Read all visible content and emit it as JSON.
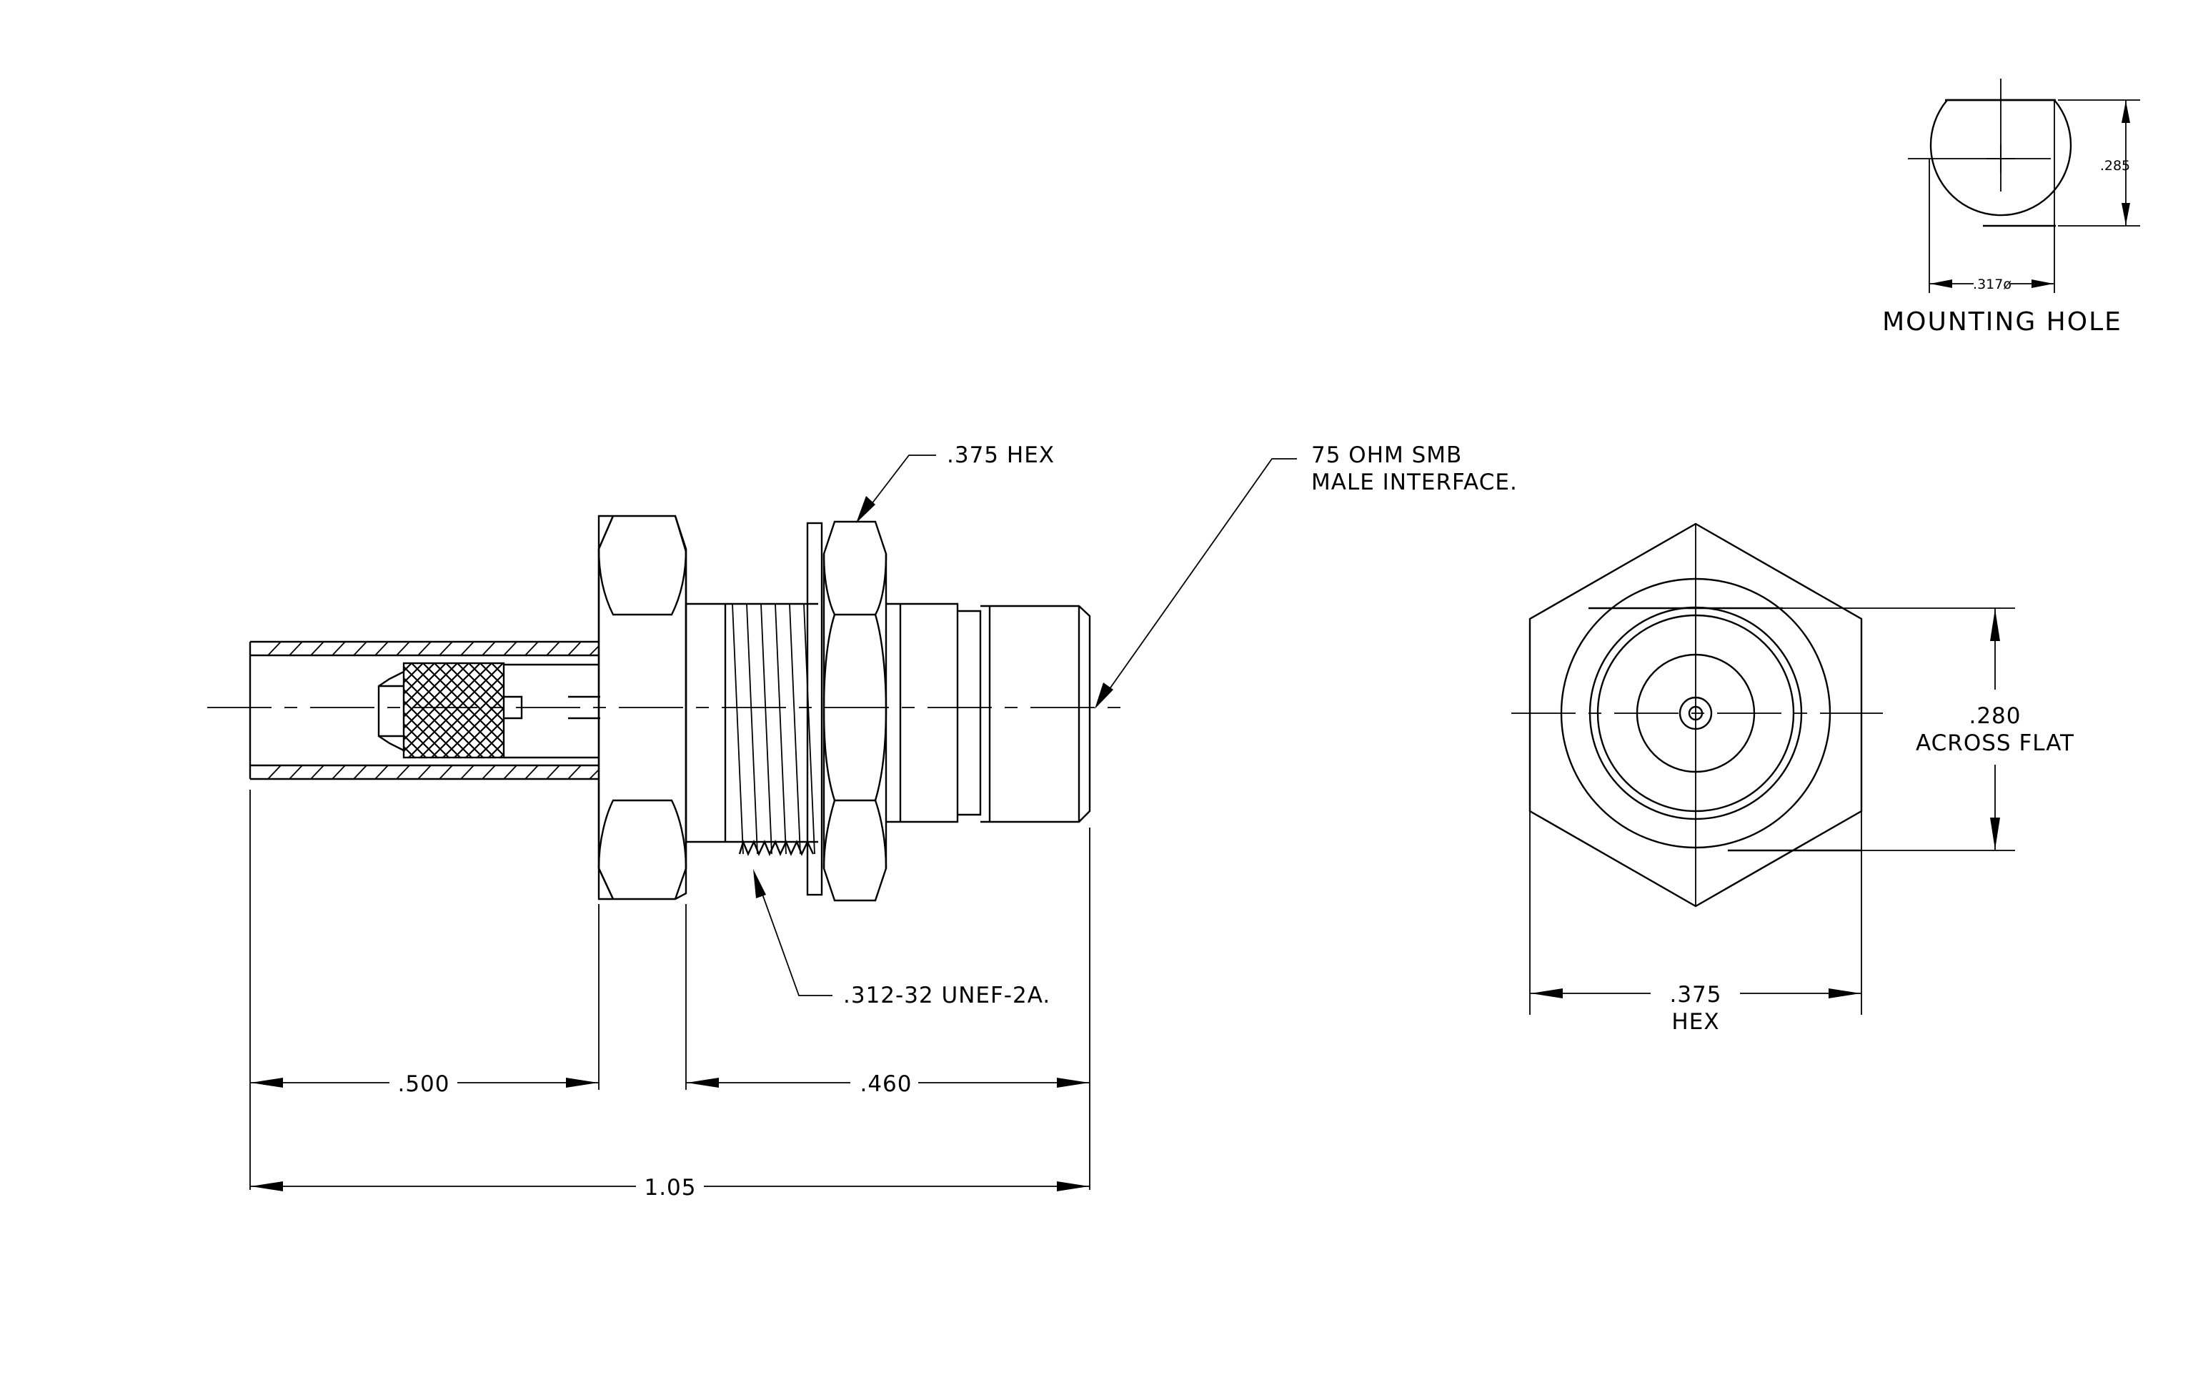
{
  "mounting_hole": {
    "height": ".285",
    "diameter": ".317ø",
    "title": "MOUNTING HOLE"
  },
  "side_view": {
    "hex_callout": ".375 HEX",
    "interface_line1": "75 OHM SMB",
    "interface_line2": "MALE INTERFACE.",
    "thread": ".312-32 UNEF-2A.",
    "dim_rear": ".500",
    "dim_front": ".460",
    "dim_overall": "1.05"
  },
  "end_view": {
    "flat_line1": ".280",
    "flat_line2": "ACROSS FLAT",
    "hex_line1": ".375",
    "hex_line2": "HEX"
  }
}
